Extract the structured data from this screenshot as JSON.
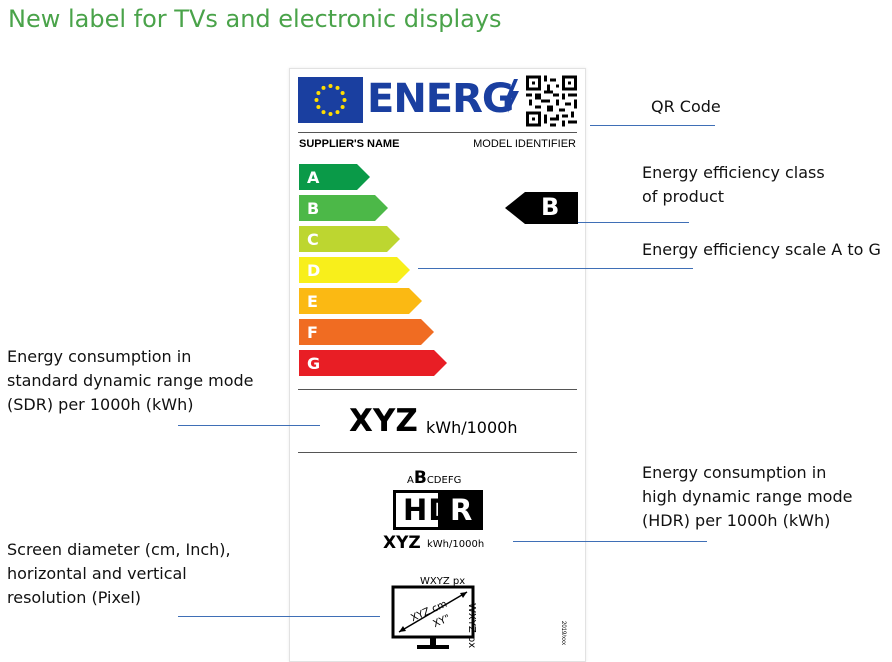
{
  "title": "New label for TVs and electronic displays",
  "label": {
    "energy_word": "ENERG",
    "supplier": "SUPPLIER'S NAME",
    "model": "MODEL IDENTIFIER",
    "scale": [
      {
        "letter": "A",
        "color": "#0a9a48"
      },
      {
        "letter": "B",
        "color": "#4cb848"
      },
      {
        "letter": "C",
        "color": "#bdd630"
      },
      {
        "letter": "D",
        "color": "#f8ef1b"
      },
      {
        "letter": "E",
        "color": "#fbb913"
      },
      {
        "letter": "F",
        "color": "#f06c22"
      },
      {
        "letter": "G",
        "color": "#e81e25"
      }
    ],
    "product_class": "B",
    "sdr_value": "XYZ",
    "sdr_unit": "kWh/1000h",
    "hdr_scale_prefix": "A",
    "hdr_scale_highlight": "B",
    "hdr_scale_suffix": "CDEFG",
    "hdr_part1": "HD",
    "hdr_part2": "R",
    "hdr_value": "XYZ",
    "hdr_unit": "kWh/1000h",
    "resolution_horizontal": "WXYZ px",
    "resolution_vertical": "WXYZ px",
    "diameter_cm": "XYZ cm",
    "diameter_inch": "XY\"",
    "regulation": "2019/xxx"
  },
  "callouts": {
    "qr": "QR Code",
    "class_line1": "Energy efficiency class",
    "class_line2": "of product",
    "scale": "Energy efficiency scale A to G",
    "sdr_line1": "Energy consumption in",
    "sdr_line2": "standard dynamic range mode",
    "sdr_line3": "(SDR) per 1000h (kWh)",
    "hdr_line1": "Energy consumption in",
    "hdr_line2": "high dynamic range mode",
    "hdr_line3": "(HDR) per 1000h (kWh)",
    "screen_line1": "Screen diameter (cm, Inch),",
    "screen_line2": "horizontal and vertical",
    "screen_line3": "resolution (Pixel)"
  },
  "icons": [
    "eu-flag-icon",
    "bolt-icon",
    "qr-code-icon",
    "tv-icon"
  ]
}
